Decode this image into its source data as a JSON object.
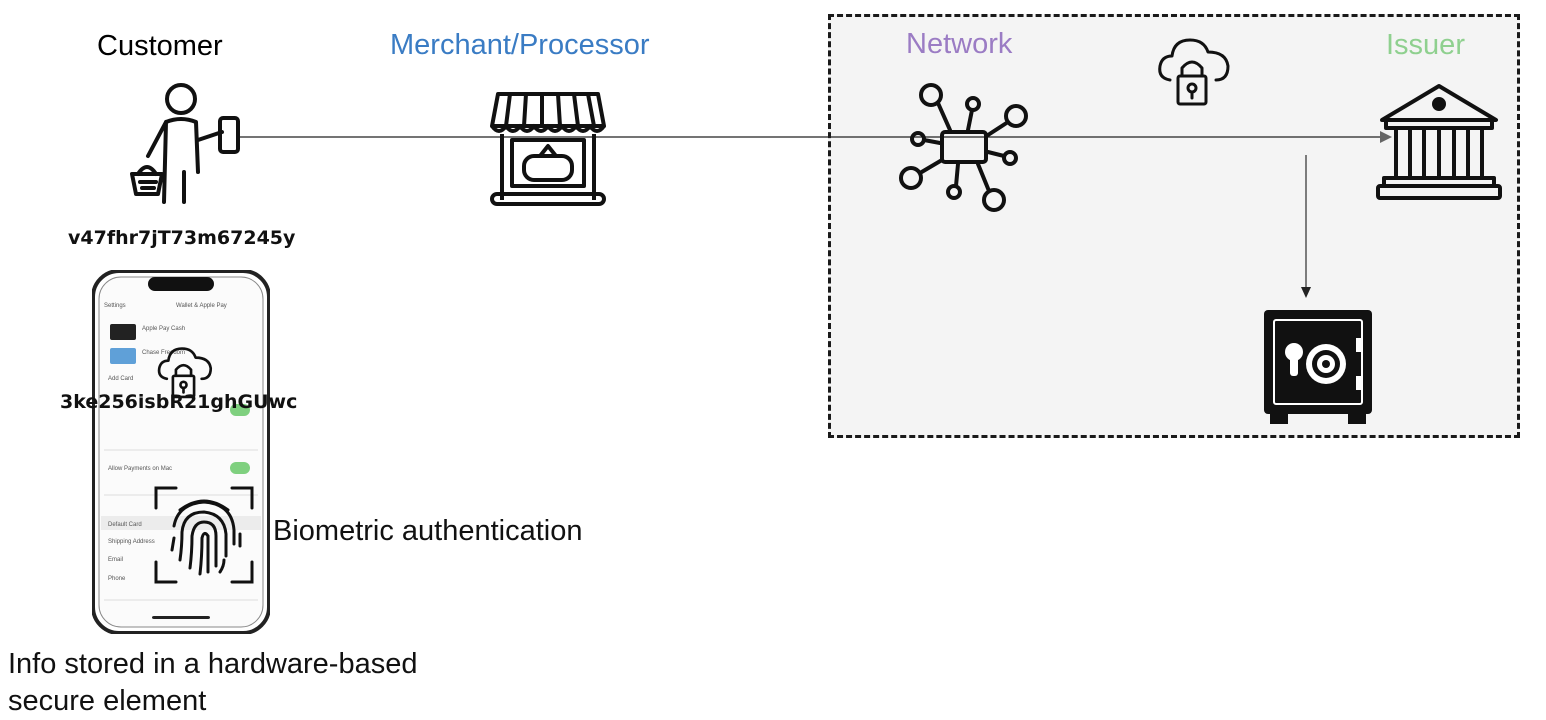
{
  "actors": {
    "customer": {
      "label": "Customer",
      "color": "#111111"
    },
    "merchant": {
      "label": "Merchant/Processor",
      "color": "#3a7cc4"
    },
    "network": {
      "label": "Network",
      "color": "#9b7cc4"
    },
    "issuer": {
      "label": "Issuer",
      "color": "#8fd08f"
    }
  },
  "tokens": {
    "device_token": "v47fhr7jT73m67245y",
    "encrypted_token": "3ke256isbR21ghGUwc"
  },
  "annotations": {
    "biometric": "Biometric authentication",
    "secure_element_line1": "Info stored in a hardware-based",
    "secure_element_line2": "secure element"
  },
  "phone_screen": {
    "back_label": "Settings",
    "title": "Wallet & Apple Pay",
    "cards": [
      "Apple Pay Cash",
      "Chase Freedom"
    ],
    "add_card": "Add Card",
    "rows": [
      "Allow Payments on Mac",
      "Default Card",
      "Shipping Address",
      "Email",
      "Phone"
    ]
  },
  "icons": [
    "customer-icon",
    "store-icon",
    "network-icon",
    "cloud-lock-icon",
    "bank-icon",
    "safe-icon",
    "fingerprint-icon",
    "phone-icon"
  ]
}
